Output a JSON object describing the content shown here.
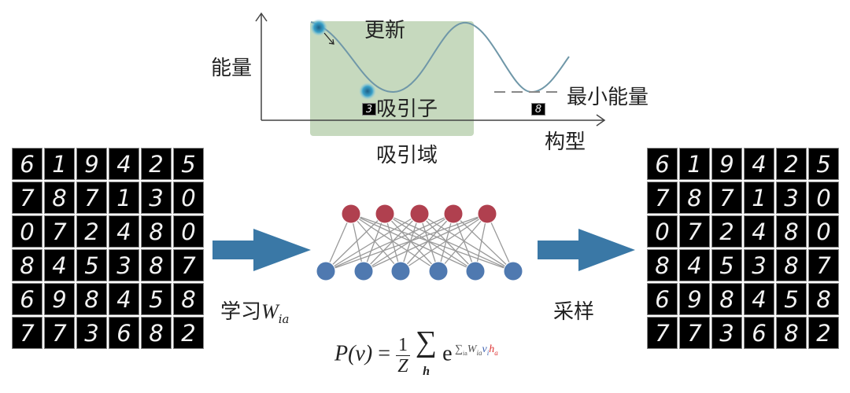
{
  "energy_plot": {
    "y_label": "能量",
    "x_label": "构型",
    "update_label": "更新",
    "attractor_label": "吸引子",
    "basin_label": "吸引域",
    "min_energy_label": "最小能量",
    "attractor_digit": "3",
    "min_digit": "8"
  },
  "input_digits": [
    [
      "6",
      "1",
      "9",
      "4",
      "2",
      "5"
    ],
    [
      "7",
      "8",
      "7",
      "1",
      "3",
      "0"
    ],
    [
      "0",
      "7",
      "2",
      "4",
      "8",
      "0"
    ],
    [
      "8",
      "4",
      "5",
      "3",
      "8",
      "7"
    ],
    [
      "6",
      "9",
      "8",
      "4",
      "5",
      "8"
    ],
    [
      "7",
      "7",
      "3",
      "6",
      "8",
      "2"
    ]
  ],
  "output_digits": [
    [
      "6",
      "1",
      "9",
      "4",
      "2",
      "5"
    ],
    [
      "7",
      "8",
      "7",
      "1",
      "3",
      "0"
    ],
    [
      "0",
      "7",
      "2",
      "4",
      "8",
      "0"
    ],
    [
      "8",
      "4",
      "5",
      "3",
      "8",
      "7"
    ],
    [
      "6",
      "9",
      "8",
      "4",
      "5",
      "8"
    ],
    [
      "7",
      "7",
      "3",
      "6",
      "8",
      "2"
    ]
  ],
  "learn_label": "学习",
  "learn_symbol": "W",
  "learn_subscript": "ia",
  "sample_label": "采样",
  "formula": {
    "lhs": "P(v)",
    "eq": "=",
    "num": "1",
    "den": "Z",
    "sum": "∑",
    "sum_sub": "h",
    "base": "e",
    "exp_sum": "∑",
    "exp_sum_sub": "ia",
    "exp_w": "W",
    "exp_w_sub": "ia",
    "exp_v": "v",
    "exp_v_sub": "i",
    "exp_h": "h",
    "exp_h_sub": "a"
  },
  "colors": {
    "hidden": "#b0404f",
    "visible": "#4f79b0",
    "arrow": "#3a78a6",
    "basin": "#b9cfb0",
    "curve": "#6f97a8"
  }
}
